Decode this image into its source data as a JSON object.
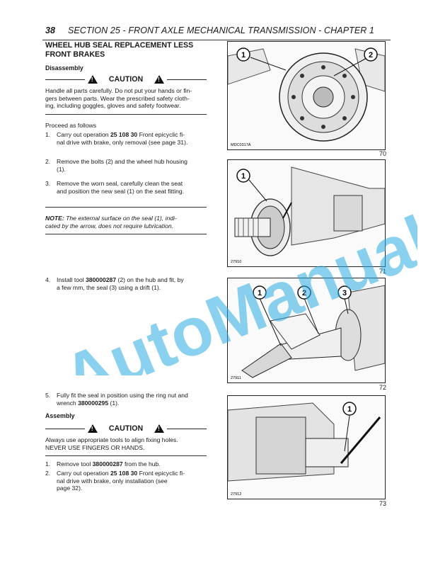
{
  "header": {
    "page_number": "38",
    "title": "SECTION 25 - FRONT AXLE MECHANICAL TRANSMISSION - CHAPTER 1"
  },
  "content": {
    "heading_line1": "WHEEL HUB SEAL REPLACEMENT LESS",
    "heading_line2": "FRONT BRAKES",
    "disassembly_heading": "Disassembly",
    "caution1": {
      "word": "CAUTION",
      "line1": "Handle all parts carefully. Do not put your hands or fin-",
      "line2": "gers between parts. Wear the prescribed safety cloth-",
      "line3": "ing, including goggles, gloves and safety footwear."
    },
    "proceed": "Proceed as follows",
    "step1": {
      "num": "1.",
      "pre": "Carry out operation ",
      "bold": "25 108 30",
      "post": " Front epicyclic fi-",
      "line2": "nal drive with brake, only removal (see page 31)."
    },
    "step2": {
      "num": "2.",
      "line1": "Remove the bolts (2) and the wheel hub housing",
      "line2": "(1)."
    },
    "step3": {
      "num": "3.",
      "line1": "Remove the worn seal, carefully clean the seat",
      "line2": "and position the new seal (1) on the seat fitting."
    },
    "note": {
      "label": "NOTE:",
      "line1": " The external surface on the seal (1), indi-",
      "line2": "cated by the arrow, does not require lubrication."
    },
    "step4": {
      "num": "4.",
      "pre": "Install tool ",
      "bold": "380000287",
      "post": " (2) on the hub and fit, by",
      "line2": "a few mm, the seal (3) using a drift (1)."
    },
    "step5": {
      "num": "5.",
      "line1": "Fully fit the seal in position using the ring nut and",
      "pre2": "wrench ",
      "bold2": "380000295",
      "post2": " (1)."
    },
    "assembly_heading": "Assembly",
    "caution2": {
      "word": "CAUTION",
      "line1": "Always use appropriate tools to align fixing holes.",
      "line2": "NEVER USE FINGERS OR HANDS."
    },
    "astep1": {
      "num": "1.",
      "pre": "Remove tool ",
      "bold": "380000287",
      "post": " from the hub."
    },
    "astep2": {
      "num": "2.",
      "pre": "Carry out operation ",
      "bold": "25 108 30",
      "post": " Front epicyclic fi-",
      "line2": "nal drive with brake, only installation (see",
      "line3": "page 32)."
    }
  },
  "figures": [
    {
      "number": "70",
      "code": "MDC0317A",
      "callouts": [
        "1",
        "2"
      ]
    },
    {
      "number": "71",
      "code": "27910",
      "callouts": [
        "1"
      ]
    },
    {
      "number": "72",
      "code": "27911",
      "callouts": [
        "1",
        "2",
        "3"
      ]
    },
    {
      "number": "73",
      "code": "27912",
      "callouts": [
        "1"
      ]
    }
  ],
  "watermark": {
    "text": "AutoManual",
    "color": "#29abe2"
  }
}
